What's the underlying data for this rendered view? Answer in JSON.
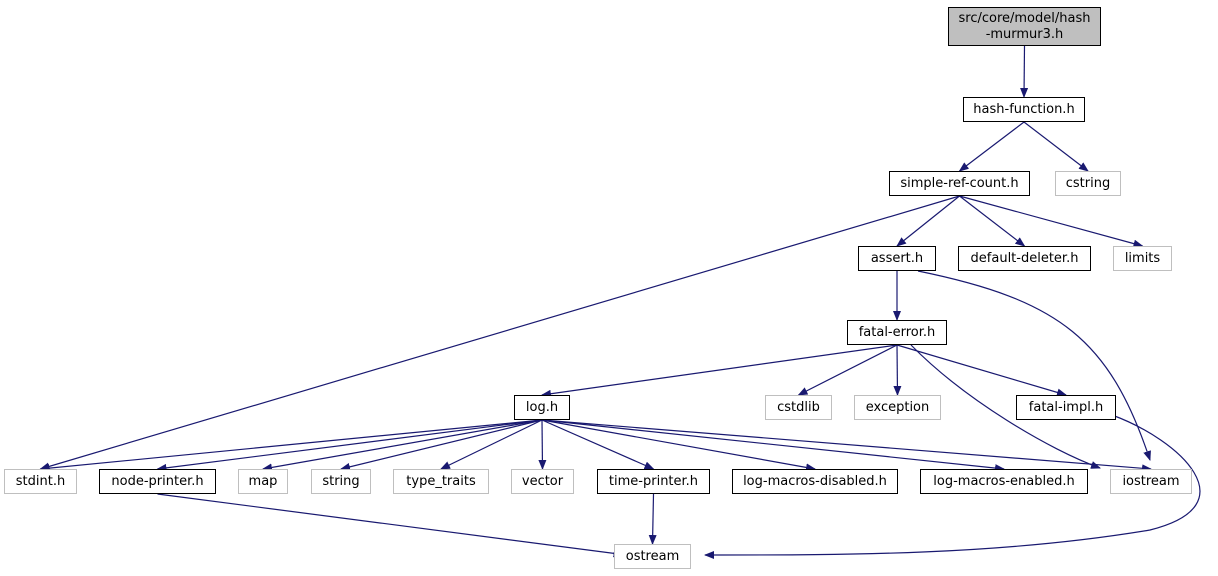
{
  "colors": {
    "edge": "#191970",
    "root_fill": "#bfbfbf",
    "documented_border": "#000000",
    "external_border": "#bfbfbf"
  },
  "nodes": {
    "root": "src/core/model/hash\n-murmur3.h",
    "hash_function": "hash-function.h",
    "cstring": "cstring",
    "simple_ref_count": "simple-ref-count.h",
    "assert": "assert.h",
    "default_deleter": "default-deleter.h",
    "limits": "limits",
    "fatal_error": "fatal-error.h",
    "log": "log.h",
    "cstdlib": "cstdlib",
    "exception": "exception",
    "fatal_impl": "fatal-impl.h",
    "stdint": "stdint.h",
    "node_printer": "node-printer.h",
    "map": "map",
    "string": "string",
    "type_traits": "type_traits",
    "vector": "vector",
    "time_printer": "time-printer.h",
    "log_macros_disabled": "log-macros-disabled.h",
    "log_macros_enabled": "log-macros-enabled.h",
    "iostream": "iostream",
    "ostream": "ostream"
  },
  "edges": [
    [
      "root",
      "hash_function"
    ],
    [
      "hash_function",
      "simple_ref_count"
    ],
    [
      "hash_function",
      "cstring"
    ],
    [
      "simple_ref_count",
      "stdint"
    ],
    [
      "simple_ref_count",
      "assert"
    ],
    [
      "simple_ref_count",
      "default_deleter"
    ],
    [
      "simple_ref_count",
      "limits"
    ],
    [
      "assert",
      "fatal_error"
    ],
    [
      "assert",
      "iostream"
    ],
    [
      "fatal_error",
      "log"
    ],
    [
      "fatal_error",
      "cstdlib"
    ],
    [
      "fatal_error",
      "exception"
    ],
    [
      "fatal_error",
      "fatal_impl"
    ],
    [
      "fatal_error",
      "iostream"
    ],
    [
      "fatal_impl",
      "ostream"
    ],
    [
      "log",
      "stdint"
    ],
    [
      "log",
      "node_printer"
    ],
    [
      "log",
      "map"
    ],
    [
      "log",
      "string"
    ],
    [
      "log",
      "type_traits"
    ],
    [
      "log",
      "vector"
    ],
    [
      "log",
      "time_printer"
    ],
    [
      "log",
      "log_macros_disabled"
    ],
    [
      "log",
      "log_macros_enabled"
    ],
    [
      "log",
      "iostream"
    ],
    [
      "node_printer",
      "ostream"
    ],
    [
      "time_printer",
      "ostream"
    ]
  ]
}
